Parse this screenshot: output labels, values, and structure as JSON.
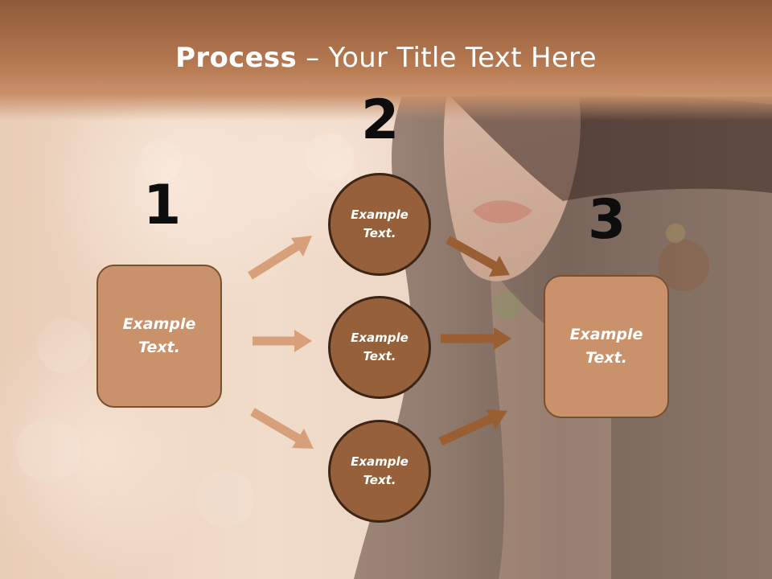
{
  "slide": {
    "title_bold": "Process",
    "title_rest": " – Your Title Text Here",
    "steps": [
      {
        "number": "1"
      },
      {
        "number": "2"
      },
      {
        "number": "3"
      }
    ],
    "left_box": {
      "text": "Example Text."
    },
    "circles": [
      {
        "text": "Example Text."
      },
      {
        "text": "Example Text."
      },
      {
        "text": "Example Text."
      }
    ],
    "right_box": {
      "text": "Example Text."
    }
  },
  "colors": {
    "header": "#b77a52",
    "box_fill": "#c9926b",
    "circle_fill": "#95603a",
    "arrow_light": "#d8a07a",
    "arrow_dark": "#9a5e33"
  }
}
